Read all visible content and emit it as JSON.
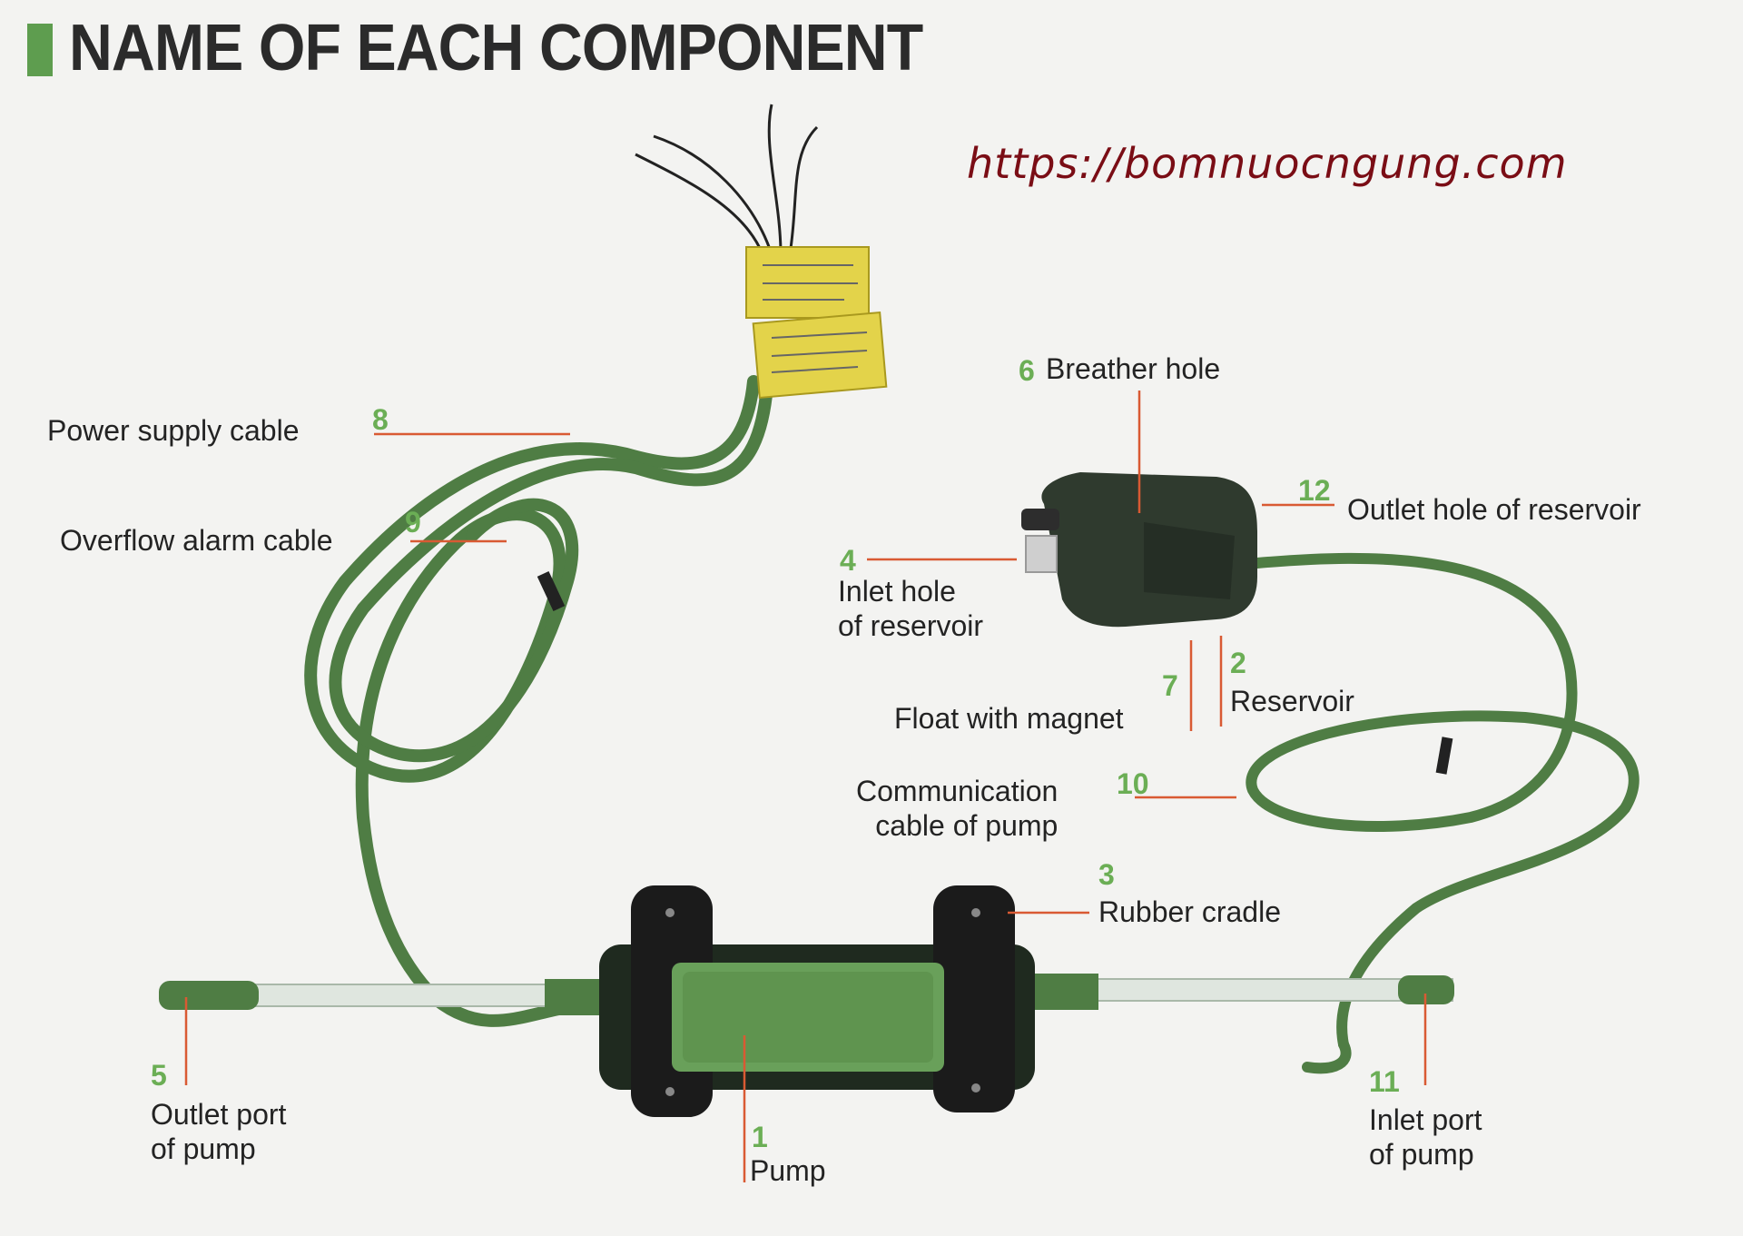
{
  "header": {
    "title": "NAME OF EACH COMPONENT"
  },
  "watermark": {
    "url": "https://bomnuocngung.com"
  },
  "components": [
    {
      "num": "1",
      "lines": [
        "Pump"
      ]
    },
    {
      "num": "2",
      "lines": [
        "Reservoir"
      ]
    },
    {
      "num": "3",
      "lines": [
        "Rubber cradle"
      ]
    },
    {
      "num": "4",
      "lines": [
        "Inlet hole",
        "of reservoir"
      ]
    },
    {
      "num": "5",
      "lines": [
        "Outlet port",
        "of pump"
      ]
    },
    {
      "num": "6",
      "lines": [
        "Breather hole"
      ]
    },
    {
      "num": "7",
      "lines": [
        "Float with magnet"
      ]
    },
    {
      "num": "8",
      "lines": [
        "Power supply cable"
      ]
    },
    {
      "num": "9",
      "lines": [
        "Overflow alarm cable"
      ]
    },
    {
      "num": "10",
      "lines": [
        "Communication",
        "cable of pump"
      ]
    },
    {
      "num": "11",
      "lines": [
        "Inlet port",
        "of pump"
      ]
    },
    {
      "num": "12",
      "lines": [
        "Outlet hole of reservoir"
      ]
    }
  ],
  "colors": {
    "cable": "#4f7d44",
    "accent_green": "#6bae55",
    "leader": "#d95a33",
    "url": "#7a0d15",
    "label_tag": "#e3d34a"
  }
}
